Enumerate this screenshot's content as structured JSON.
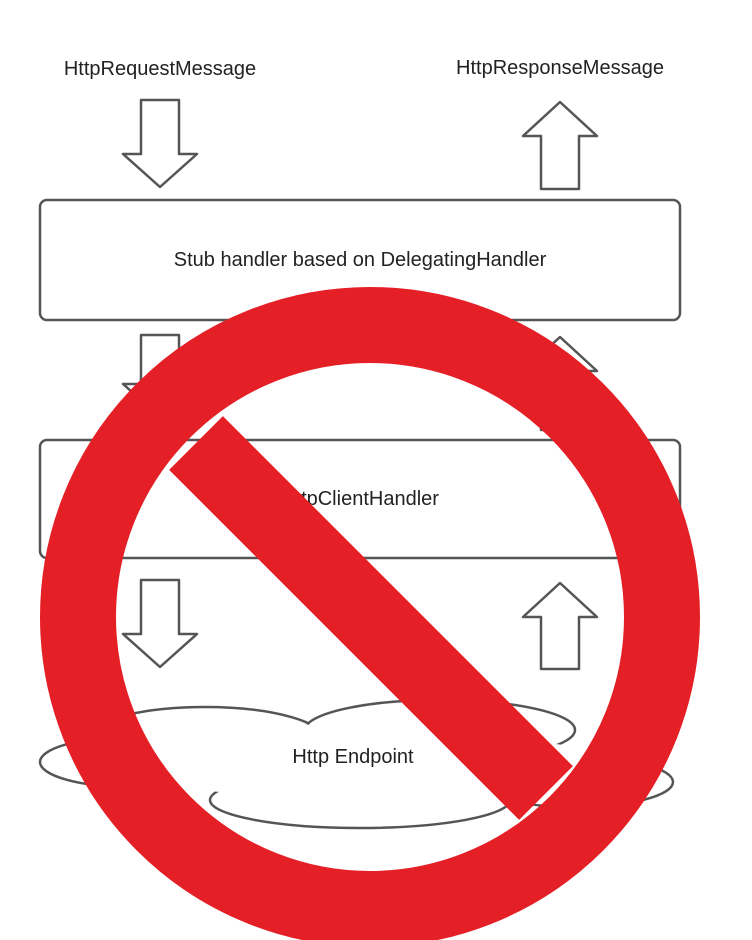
{
  "labels": {
    "request": "HttpRequestMessage",
    "response": "HttpResponseMessage",
    "stub_handler": "Stub handler based on DelegatingHandler",
    "client_handler": "HttpClientHandler",
    "endpoint": "Http Endpoint"
  },
  "icons": {
    "prohibition": "prohibition-sign-icon",
    "down_arrow": "down-arrow-icon",
    "up_arrow": "up-arrow-icon",
    "cloud": "cloud-shape"
  },
  "colors": {
    "prohibition_red": "#e41f26",
    "outline": "#555555",
    "text": "#222222",
    "background": "#ffffff"
  }
}
